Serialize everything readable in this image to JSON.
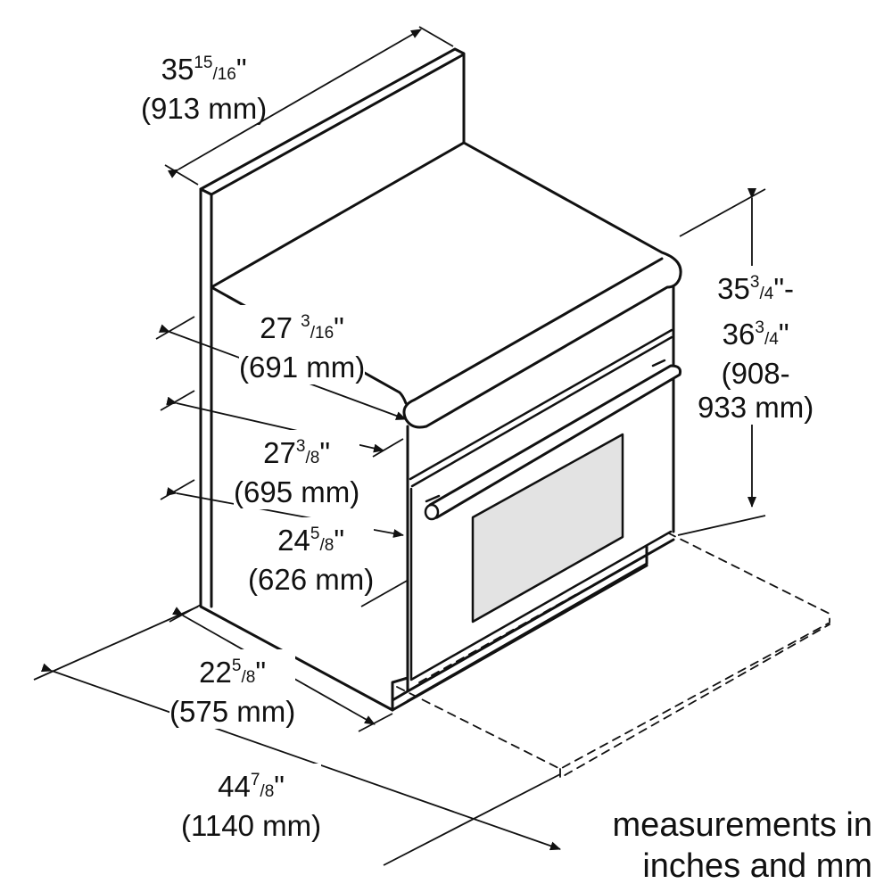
{
  "dimensions": {
    "backsplash_width": {
      "whole": "35",
      "num": "15",
      "den": "16",
      "unit": "\"",
      "mm": "(913 mm)"
    },
    "depth_cooktop": {
      "whole": "27 ",
      "num": "3",
      "den": "16",
      "unit": "\"",
      "mm": "(691 mm)"
    },
    "depth_body": {
      "whole": "27",
      "num": "3",
      "den": "8",
      "unit": "\"",
      "mm": "(695 mm)"
    },
    "depth_door": {
      "whole": "24",
      "num": "5",
      "den": "8",
      "unit": "\"",
      "mm": "(626 mm)"
    },
    "depth_side": {
      "whole": "22",
      "num": "5",
      "den": "8",
      "unit": "\"",
      "mm": "(575 mm)"
    },
    "depth_door_open": {
      "whole": "44",
      "num": "7",
      "den": "8",
      "unit": "\"",
      "mm": "(1140 mm)"
    },
    "height": {
      "line1_whole": "35",
      "line1_num": "3",
      "line1_den": "4",
      "line1_unit": "\"-",
      "line2_whole": "36",
      "line2_num": "3",
      "line2_den": "4",
      "line2_unit": "\"",
      "mm_line1": "(908-",
      "mm_line2": "933 mm)"
    }
  },
  "note": {
    "line1": "measurements in",
    "line2": "inches and mm"
  },
  "colors": {
    "line": "#111111",
    "window": "#e3e3e3"
  }
}
